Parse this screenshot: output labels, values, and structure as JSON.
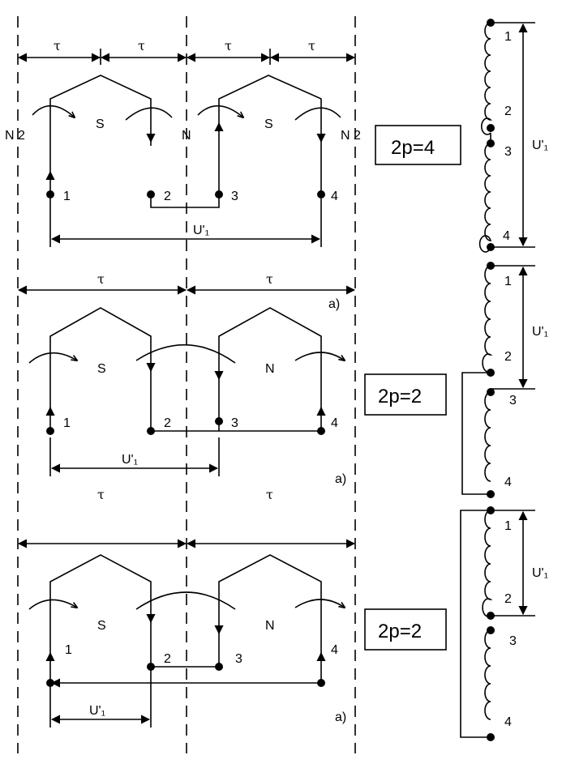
{
  "symbols": {
    "tau": "τ",
    "s": "S",
    "n": "N",
    "n2": "N 2",
    "u1": "U'₁",
    "a": "a)",
    "t1": "1",
    "t2": "2",
    "t3": "3",
    "t4": "4"
  },
  "boxes": {
    "top": "2p=4",
    "middle": "2p=2",
    "bottom": "2p=2"
  },
  "colors": {
    "ink": "#000000",
    "paper": "#ffffff"
  }
}
